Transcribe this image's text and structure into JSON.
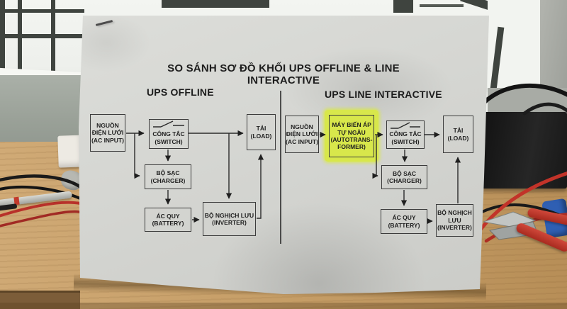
{
  "title": "SO SÁNH SƠ ĐỒ KHỐI UPS OFFLINE & LINE INTERACTIVE",
  "diagrams": {
    "offline": {
      "heading": "UPS OFFLINE",
      "blocks": {
        "ac_input": {
          "lines": [
            "NGUỒN",
            "ĐIỆN LƯỚI",
            "(AC INPUT)"
          ]
        },
        "switch": {
          "lines": [
            "CÔNG TẮC",
            "(SWITCH)"
          ]
        },
        "load": {
          "lines": [
            "TẢI",
            "(LOAD)"
          ]
        },
        "charger": {
          "lines": [
            "BỘ SẠC",
            "(CHARGER)"
          ]
        },
        "battery": {
          "lines": [
            "ÁC QUY",
            "(BATTERY)"
          ]
        },
        "inverter": {
          "lines": [
            "BỘ NGHỊCH LƯU",
            "(INVERTER)"
          ]
        }
      }
    },
    "line_interactive": {
      "heading": "UPS LINE INTERACTIVE",
      "blocks": {
        "ac_input": {
          "lines": [
            "NGUỒN",
            "ĐIỆN LƯỚI",
            "(AC INPUT)"
          ]
        },
        "autotransformer": {
          "lines": [
            "MÁY BIẾN ÁP",
            "TỰ NGẪU",
            "(AUTOTRANS-",
            "FORMER)"
          ],
          "highlighted": true
        },
        "switch": {
          "lines": [
            "CÔNG TẮC",
            "(SWITCH)"
          ]
        },
        "load": {
          "lines": [
            "TẢI",
            "(LOAD)"
          ]
        },
        "charger": {
          "lines": [
            "BỘ SẠC",
            "(CHARGER)"
          ]
        },
        "battery": {
          "lines": [
            "ÁC QUY",
            "(BATTERY)"
          ]
        },
        "inverter": {
          "lines": [
            "BỘ NGHỊCH",
            "LƯU",
            "(INVERTER)"
          ]
        }
      }
    }
  },
  "colors": {
    "highlight": "#d8e74b",
    "ink": "#1f1f1f",
    "paper": "#d5d6d2",
    "desk_wood": "#c59d66"
  }
}
